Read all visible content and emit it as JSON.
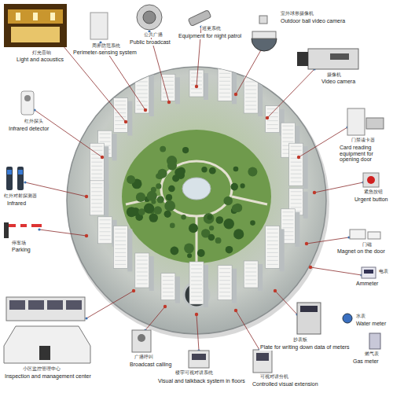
{
  "diagram": {
    "labels": [
      "灯光音响",
      "Light and acoustics",
      "周界防范系统",
      "Perimeter-sensing system",
      "公共广播",
      "Public broadcast",
      "巡更系统",
      "Equipment for night patrol",
      "室外球形摄像机",
      "Outdoor ball video camera",
      "摄像机",
      "Video camera",
      "红外探头",
      "Infrared detector",
      "门禁读卡器",
      "Card reading equipment for opening door",
      "红外对射探测器",
      "Infrared",
      "紧急按钮",
      "Urgent button",
      "停车场",
      "Parking",
      "门磁",
      "Magnet on the door",
      "电表",
      "Ammeter",
      "水表",
      "Water meter",
      "抄表板",
      "Plate for writing down data of meters",
      "燃气表",
      "Gas meter",
      "小区监控管理中心",
      "Inspection and management center",
      "广播呼叫",
      "Broadcast calling",
      "楼宇可视对讲系统",
      "Visual and talkback system in floors",
      "可视对讲分机",
      "Controlled visual extension"
    ]
  }
}
